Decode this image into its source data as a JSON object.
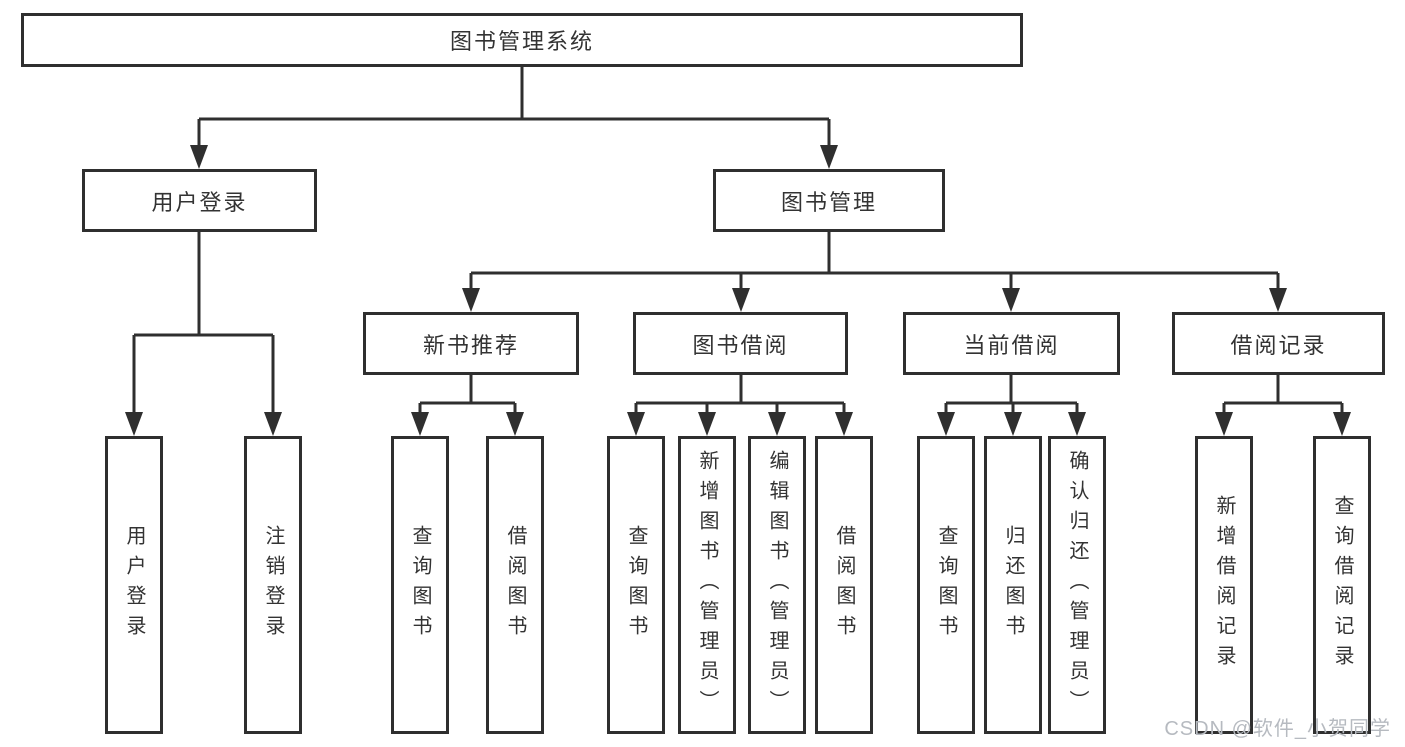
{
  "colors": {
    "line": "#2f2f2f",
    "text": "#333333",
    "background": "#ffffff",
    "watermark": "#b6bac0"
  },
  "watermark": {
    "text": "CSDN @软件_小贺同学"
  },
  "diagram": {
    "root": {
      "label": "图书管理系统"
    },
    "level2": [
      {
        "label": "用户登录",
        "children": [
          {
            "label": "用户登录"
          },
          {
            "label": "注销登录"
          }
        ]
      },
      {
        "label": "图书管理",
        "children": [
          {
            "label": "新书推荐",
            "children": [
              {
                "label": "查询图书"
              },
              {
                "label": "借阅图书"
              }
            ]
          },
          {
            "label": "图书借阅",
            "children": [
              {
                "label": "查询图书"
              },
              {
                "label": "新增图书（管理员）"
              },
              {
                "label": "编辑图书（管理员）"
              },
              {
                "label": "借阅图书"
              }
            ]
          },
          {
            "label": "当前借阅",
            "children": [
              {
                "label": "查询图书"
              },
              {
                "label": "归还图书"
              },
              {
                "label": "确认归还（管理员）"
              }
            ]
          },
          {
            "label": "借阅记录",
            "children": [
              {
                "label": "新增借阅记录"
              },
              {
                "label": "查询借阅记录"
              }
            ]
          }
        ]
      }
    ]
  }
}
